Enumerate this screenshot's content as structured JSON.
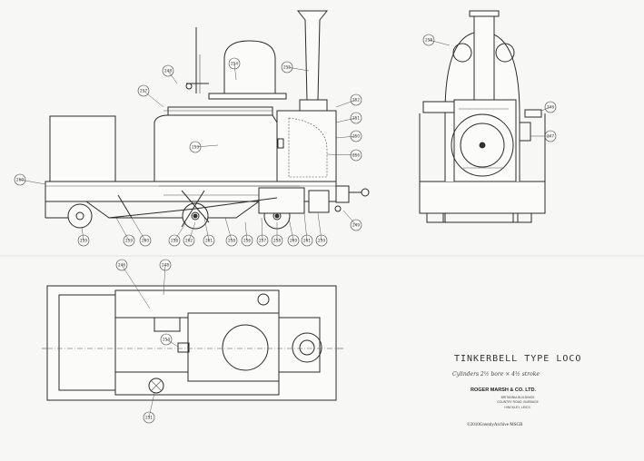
{
  "drawing": {
    "title": "TINKERBELL TYPE LOCO",
    "subtitle": "Cylinders 2½ bore × 4½ stroke",
    "company": "ROGER MARSH & CO. LTD.",
    "address": [
      "BRITANNIA BUILDINGS",
      "COUNTRY ROAD, BURBAGE",
      "HINCKLEY, LEICS."
    ],
    "copyright": "©2010GreenlyArchive MSGB"
  },
  "callouts": {
    "side_view": [
      "260",
      "254",
      "257",
      "255",
      "253",
      "252",
      "251",
      "250",
      "256",
      "259",
      "259",
      "260",
      "258",
      "262",
      "261",
      "258",
      "256",
      "257",
      "258",
      "269",
      "261",
      "259",
      "249",
      "248"
    ],
    "front_view": [
      "258",
      "246",
      "247"
    ],
    "plan_view": [
      "246",
      "248",
      "254",
      "251"
    ]
  }
}
